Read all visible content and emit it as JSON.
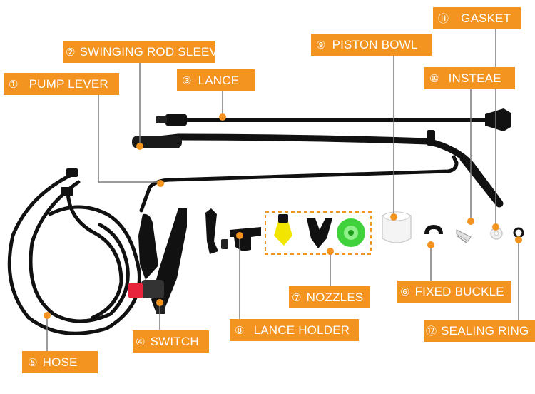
{
  "labels": {
    "gasket": {
      "num": "⑪",
      "text": "GASKET"
    },
    "swinging_rod_sleeve": {
      "num": "②",
      "text": "SWINGING ROD SLEEVE"
    },
    "piston_bowl": {
      "num": "⑨",
      "text": "PISTON BOWL"
    },
    "pump_lever": {
      "num": "①",
      "text": "PUMP LEVER"
    },
    "lance": {
      "num": "③",
      "text": "LANCE"
    },
    "insteae": {
      "num": "⑩",
      "text": "INSTEAE"
    },
    "nozzles": {
      "num": "⑦",
      "text": "NOZZLES"
    },
    "fixed_buckle": {
      "num": "⑥",
      "text": "FIXED BUCKLE"
    },
    "lance_holder": {
      "num": "⑧",
      "text": "LANCE HOLDER"
    },
    "sealing_ring": {
      "num": "⑫",
      "text": "SEALING RING"
    },
    "switch": {
      "num": "④",
      "text": "SWITCH"
    },
    "hose": {
      "num": "⑤",
      "text": "HOSE"
    }
  },
  "colors": {
    "label_bg": "#f39320",
    "label_text": "#ffffff",
    "part_black": "#111111",
    "valve_red": "#e8243c",
    "nozzle_yellow": "#f2e600",
    "nozzle_green": "#3fd23a",
    "dot": "#f39320",
    "line": "#7a7a7a"
  },
  "icons": {
    "pump_lever": "bent-rod-icon",
    "lance": "straight-rod-icon",
    "hose": "coiled-hose-icon",
    "switch": "trigger-valve-icon",
    "nozzles": "nozzle-set-icon",
    "piston_bowl": "cup-icon",
    "gasket": "washer-icon",
    "sealing_ring": "o-ring-icon"
  }
}
